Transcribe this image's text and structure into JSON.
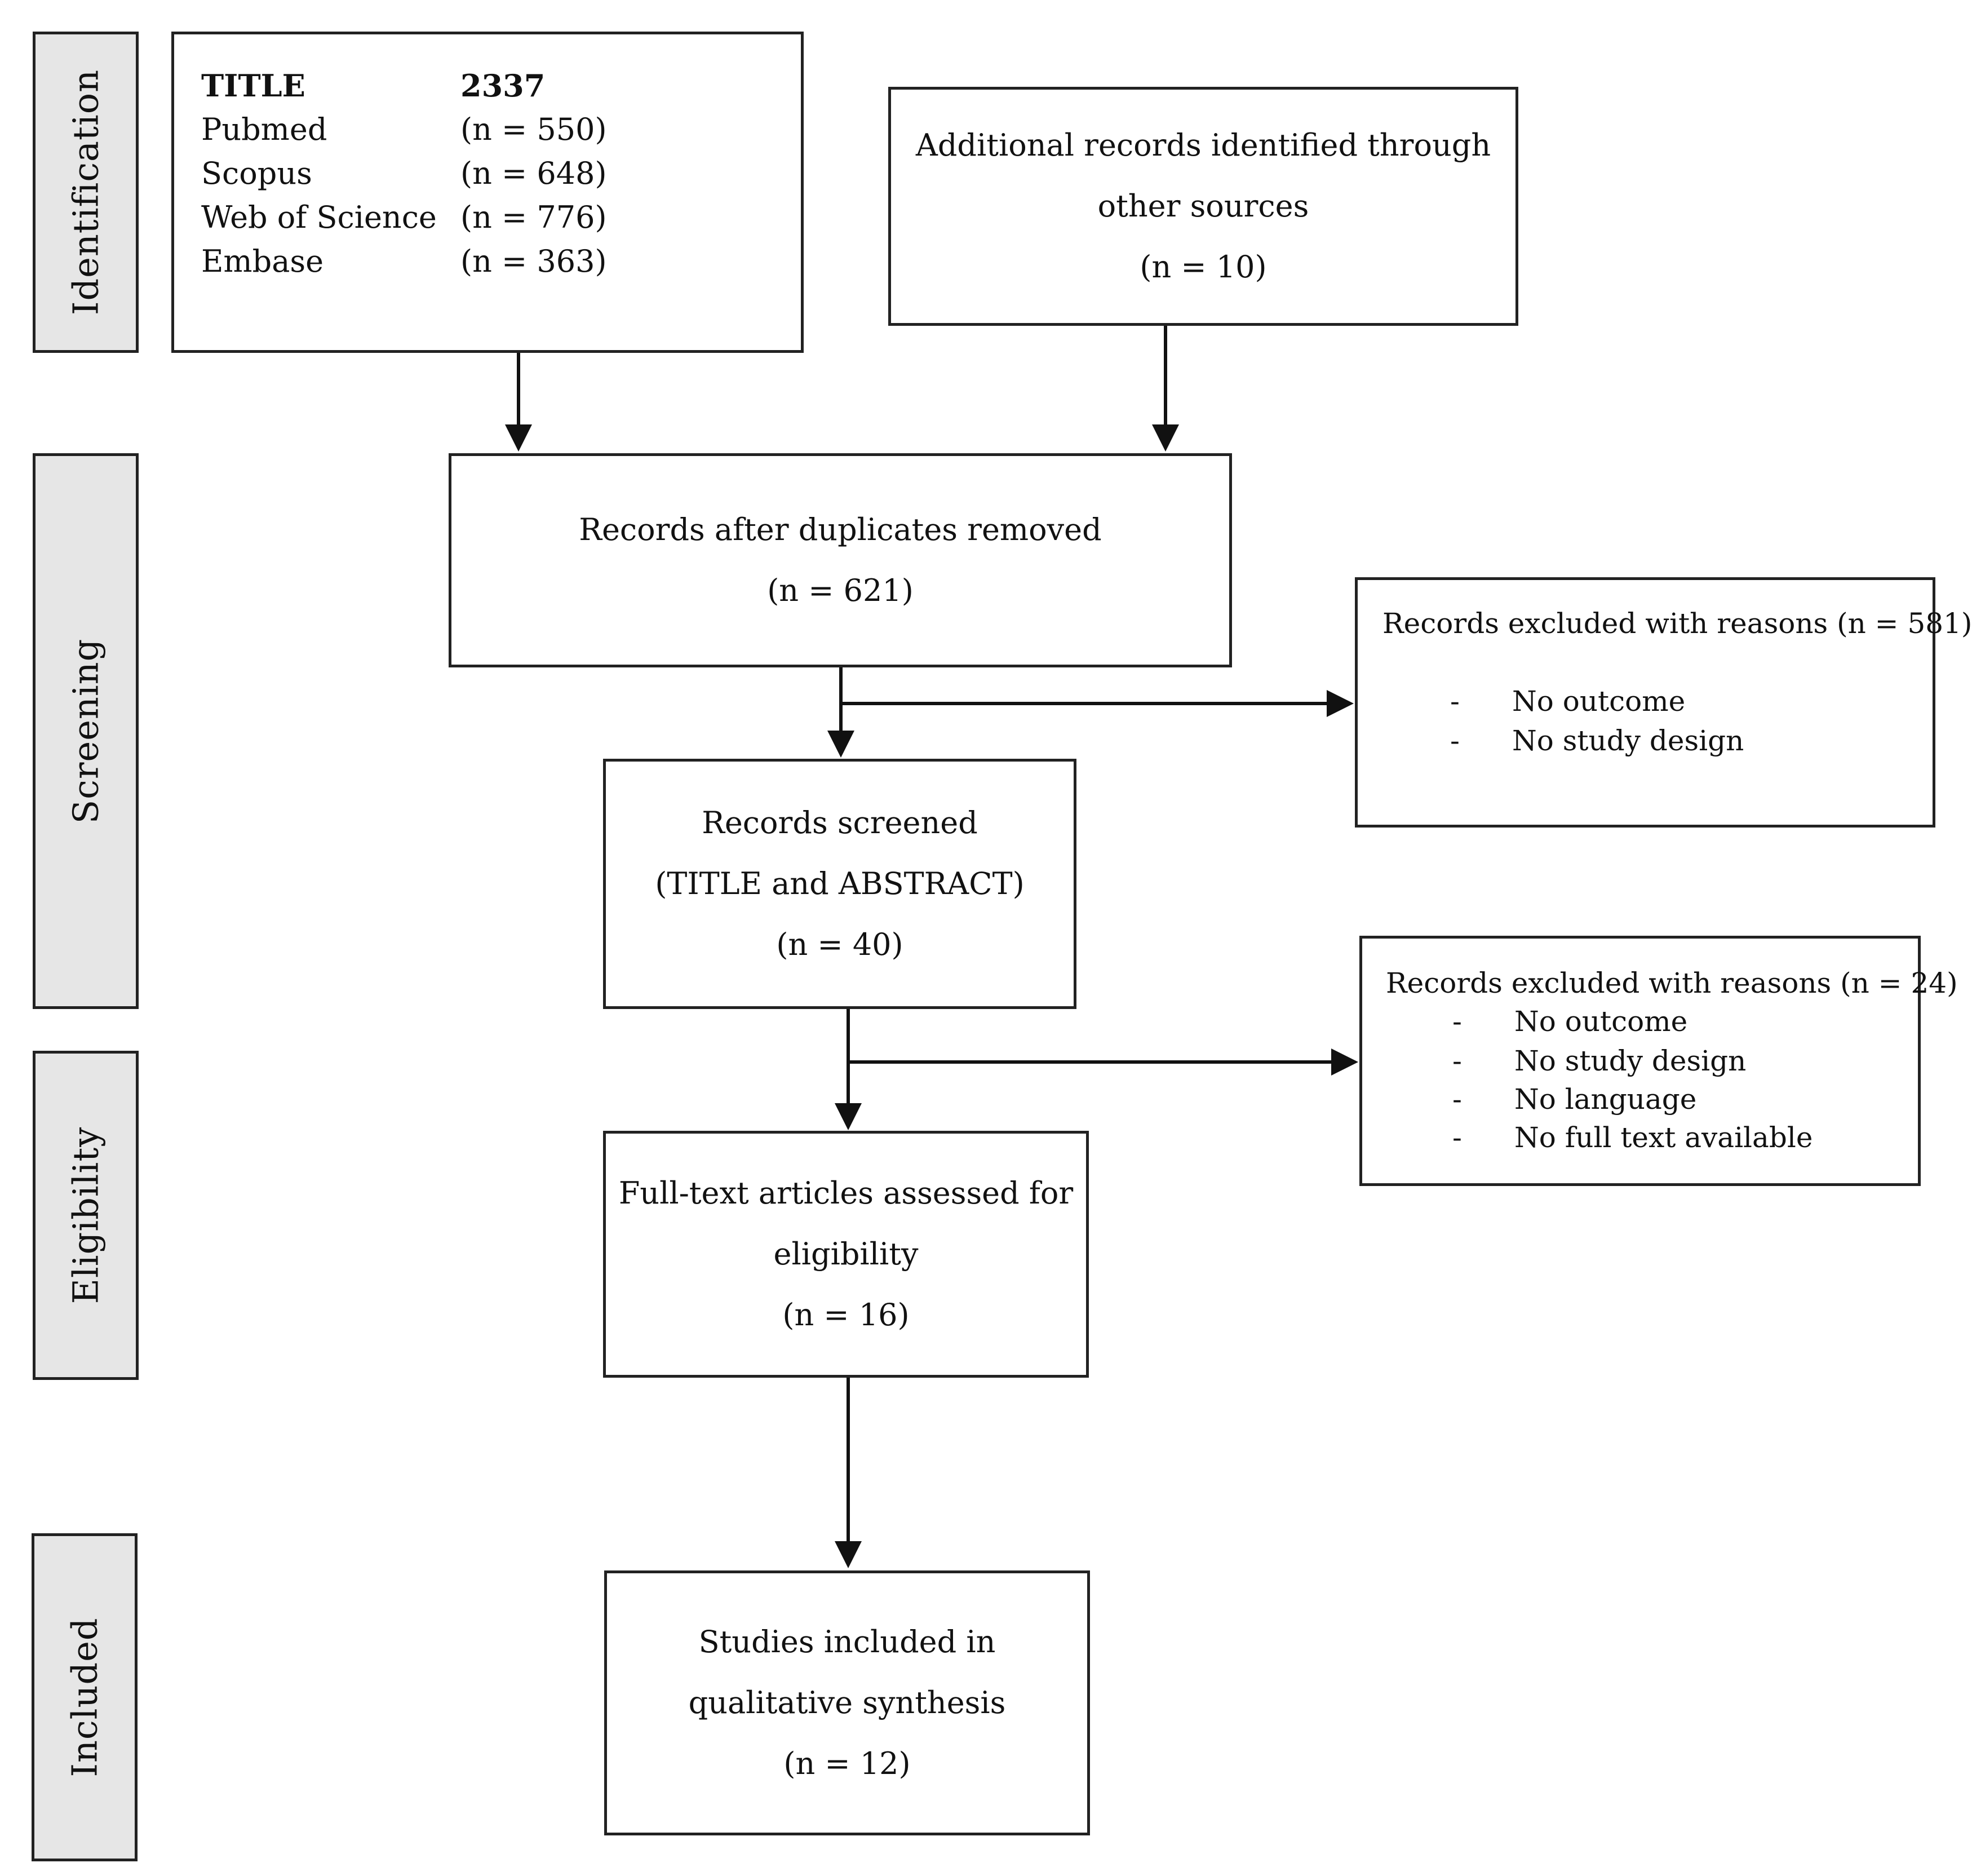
{
  "stages": {
    "identification": "Identification",
    "screening": "Screening",
    "eligibility": "Eligibility",
    "included": "Included"
  },
  "identification_box": {
    "header_label": "TITLE",
    "header_value": "2337",
    "sources": [
      {
        "name": "Pubmed",
        "count": "(n = 550)"
      },
      {
        "name": "Scopus",
        "count": "(n = 648)"
      },
      {
        "name": "Web of Science",
        "count": "(n = 776)"
      },
      {
        "name": "Embase",
        "count": "(n = 363)"
      }
    ]
  },
  "additional_box": {
    "line1": "Additional records identified through",
    "line2": "other sources",
    "count": "(n = 10)"
  },
  "duplicates_box": {
    "line1": "Records after duplicates removed",
    "count": "(n = 621)"
  },
  "excluded_screening": {
    "title": "Records excluded with reasons (n = 581)",
    "dash": "-",
    "reasons": [
      "No outcome",
      "No study design"
    ]
  },
  "screened_box": {
    "line1": "Records screened",
    "line2": "(TITLE and ABSTRACT)",
    "count": "(n = 40)"
  },
  "excluded_eligibility": {
    "title": "Records excluded with reasons (n = 24)",
    "dash": "-",
    "reasons": [
      "No outcome",
      "No study design",
      "No language",
      "No full text available"
    ]
  },
  "fulltext_box": {
    "line1": "Full-text articles assessed for",
    "line2": "eligibility",
    "count": "(n = 16)"
  },
  "included_box": {
    "line1": "Studies included in",
    "line2": "qualitative synthesis",
    "count": "(n = 12)"
  }
}
